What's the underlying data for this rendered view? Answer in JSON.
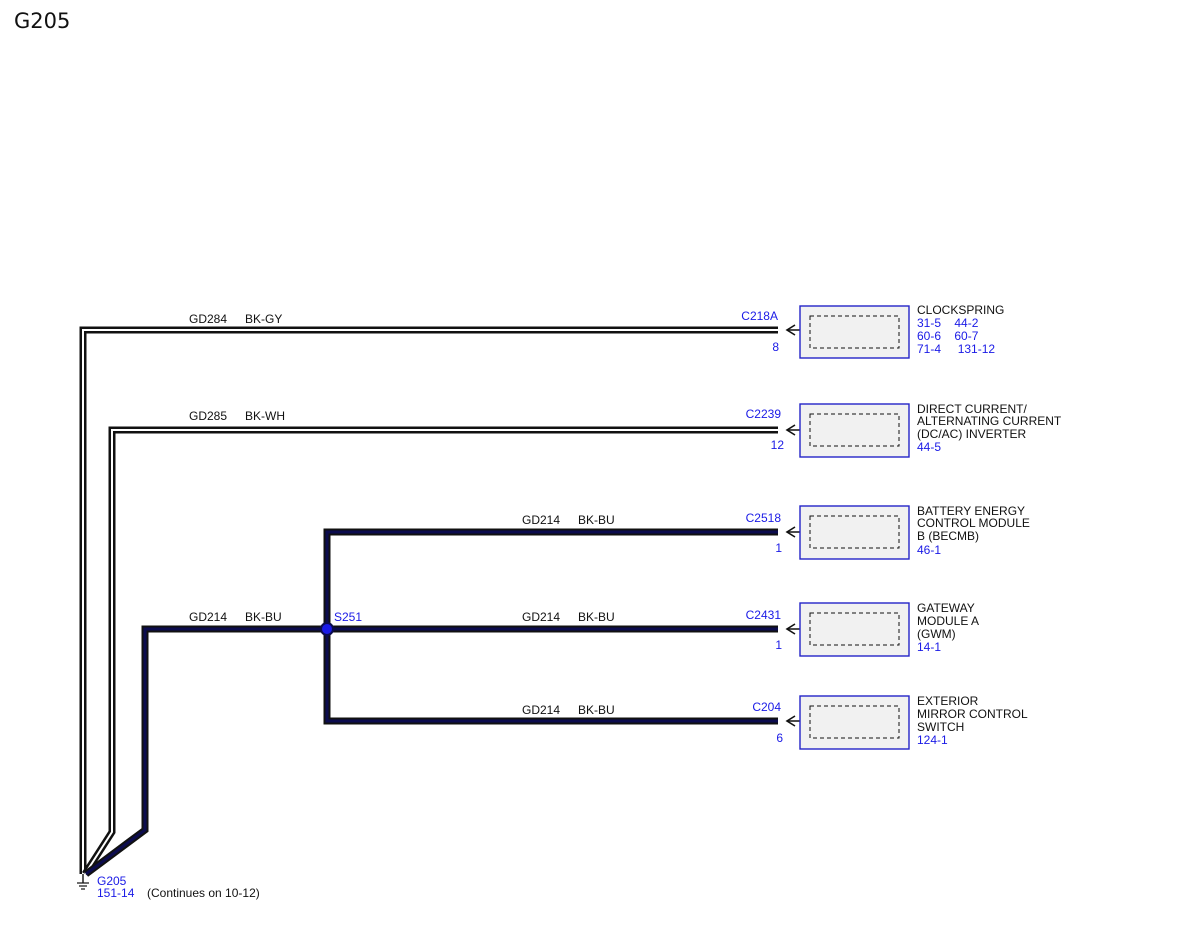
{
  "page": {
    "title": "G205"
  },
  "colors": {
    "text": "#111111",
    "link": "#1a1ae6",
    "wire_black": "#111111",
    "wire_blue": "#0c0c4e",
    "splice": "#1a1ae6",
    "connector_fill": "#f1f1f1",
    "connector_border": "#2424c8"
  },
  "wires": [
    {
      "circuit": "GD284",
      "color": "BK-GY"
    },
    {
      "circuit": "GD285",
      "color": "BK-WH"
    },
    {
      "circuit": "GD214",
      "color": "BK-BU"
    },
    {
      "circuit": "GD214",
      "color": "BK-BU"
    },
    {
      "circuit": "GD214",
      "color": "BK-BU"
    },
    {
      "circuit": "GD214",
      "color": "BK-BU"
    }
  ],
  "splice": {
    "id": "S251"
  },
  "connectors": [
    {
      "id": "C218A",
      "pin": "8",
      "component": [
        "CLOCKSPRING"
      ],
      "refs": [
        "31-5    44-2",
        "60-6    60-7",
        "71-4     131-12"
      ]
    },
    {
      "id": "C2239",
      "pin": "12",
      "component": [
        "DIRECT CURRENT/",
        "ALTERNATING CURRENT",
        "(DC/AC) INVERTER"
      ],
      "refs": [
        "44-5"
      ]
    },
    {
      "id": "C2518",
      "pin": "1",
      "component": [
        "BATTERY ENERGY",
        "CONTROL MODULE",
        "B (BECMB)"
      ],
      "refs": [
        "46-1"
      ]
    },
    {
      "id": "C2431",
      "pin": "1",
      "component": [
        "GATEWAY",
        "MODULE A",
        "(GWM)"
      ],
      "refs": [
        "14-1"
      ]
    },
    {
      "id": "C204",
      "pin": "6",
      "component": [
        "EXTERIOR",
        "MIRROR CONTROL",
        "SWITCH"
      ],
      "refs": [
        "124-1"
      ]
    }
  ],
  "ground": {
    "id": "G205",
    "ref": "151-14",
    "note": "(Continues on 10-12)"
  }
}
